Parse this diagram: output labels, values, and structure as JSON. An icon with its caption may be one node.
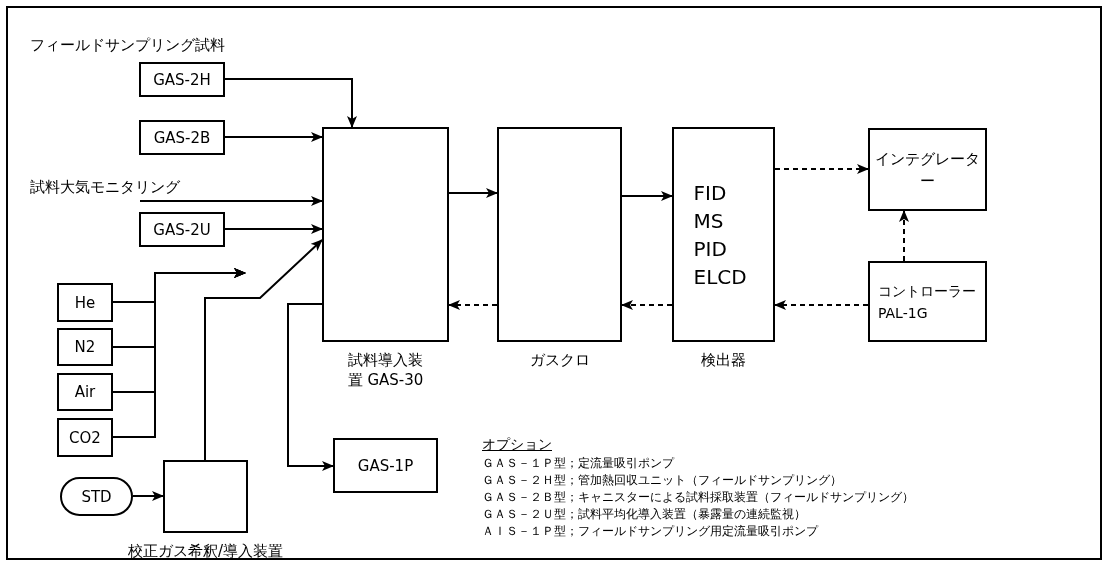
{
  "diagram": {
    "nodes": [
      {
        "text": [
          "GAS-2H"
        ]
      },
      {
        "text": [
          "GAS-2B"
        ]
      },
      {
        "text": [
          "試料大気モニタリング"
        ]
      },
      {
        "text": [
          "GAS-2U"
        ]
      },
      {
        "text": [
          "He"
        ]
      },
      {
        "text": [
          "N2"
        ]
      },
      {
        "text": [
          "Air"
        ]
      },
      {
        "text": [
          "CO2"
        ]
      },
      {
        "text": [
          "STD"
        ]
      },
      {
        "text": [
          "校正ガス希釈/導入装置"
        ]
      },
      {
        "text": [
          "試料導入装置 GAS-30"
        ]
      },
      {
        "text": [
          "ガスクロ"
        ]
      },
      {
        "text": [
          "FID MS PID ELCD",
          "検出器"
        ]
      },
      {
        "text": [
          "インテグレーター"
        ]
      },
      {
        "text": [
          "コントローラー PAL-1G"
        ]
      },
      {
        "text": [
          "GAS-1P"
        ]
      }
    ],
    "edges": [
      {
        "from": 0,
        "to": 10,
        "arrow": "to"
      },
      {
        "from": 1,
        "to": 10,
        "arrow": "to"
      },
      {
        "from": 2,
        "to": 10,
        "arrow": "to"
      },
      {
        "from": 3,
        "to": 10,
        "arrow": "to"
      },
      {
        "from": 4,
        "to": null,
        "arrow": "to"
      },
      {
        "from": 5,
        "to": null,
        "arrow": "to"
      },
      {
        "from": 6,
        "to": null,
        "arrow": "to"
      },
      {
        "from": 7,
        "to": null,
        "arrow": "to"
      },
      {
        "from": 8,
        "to": 9,
        "arrow": "to"
      },
      {
        "from": 9,
        "to": 10,
        "arrow": "to"
      },
      {
        "from": 10,
        "to": 15,
        "arrow": "to"
      },
      {
        "from": 10,
        "to": 11,
        "arrow": "to"
      },
      {
        "from": 11,
        "to": 12,
        "arrow": "to"
      },
      {
        "from": 12,
        "to": 13,
        "arrow": "to",
        "style": "dashed"
      },
      {
        "from": 14,
        "to": 13,
        "arrow": "to",
        "style": "dashed"
      },
      {
        "from": 14,
        "to": 12,
        "arrow": "to",
        "style": "dashed"
      },
      {
        "from": 12,
        "to": 11,
        "arrow": "to",
        "style": "dashed"
      },
      {
        "from": 11,
        "to": 10,
        "arrow": "to",
        "style": "dashed"
      }
    ],
    "labels": [
      "フィールドサンプリング試料",
      "オプション",
      "ＧＡＳ－１Ｐ型；定流量吸引ポンプ",
      "ＧＡＳ－２Ｈ型；管加熱回収ユニット（フィールドサンプリング）",
      "ＧＡＳ－２Ｂ型；キャニスターによる試料採取装置（フィールドサンプリング）",
      "ＧＡＳ－２Ｕ型；試料平均化導入装置（暴露量の連続監視）",
      "ＡＩＳ－１Ｐ型；フィールドサンプリング用定流量吸引ポンプ"
    ]
  }
}
